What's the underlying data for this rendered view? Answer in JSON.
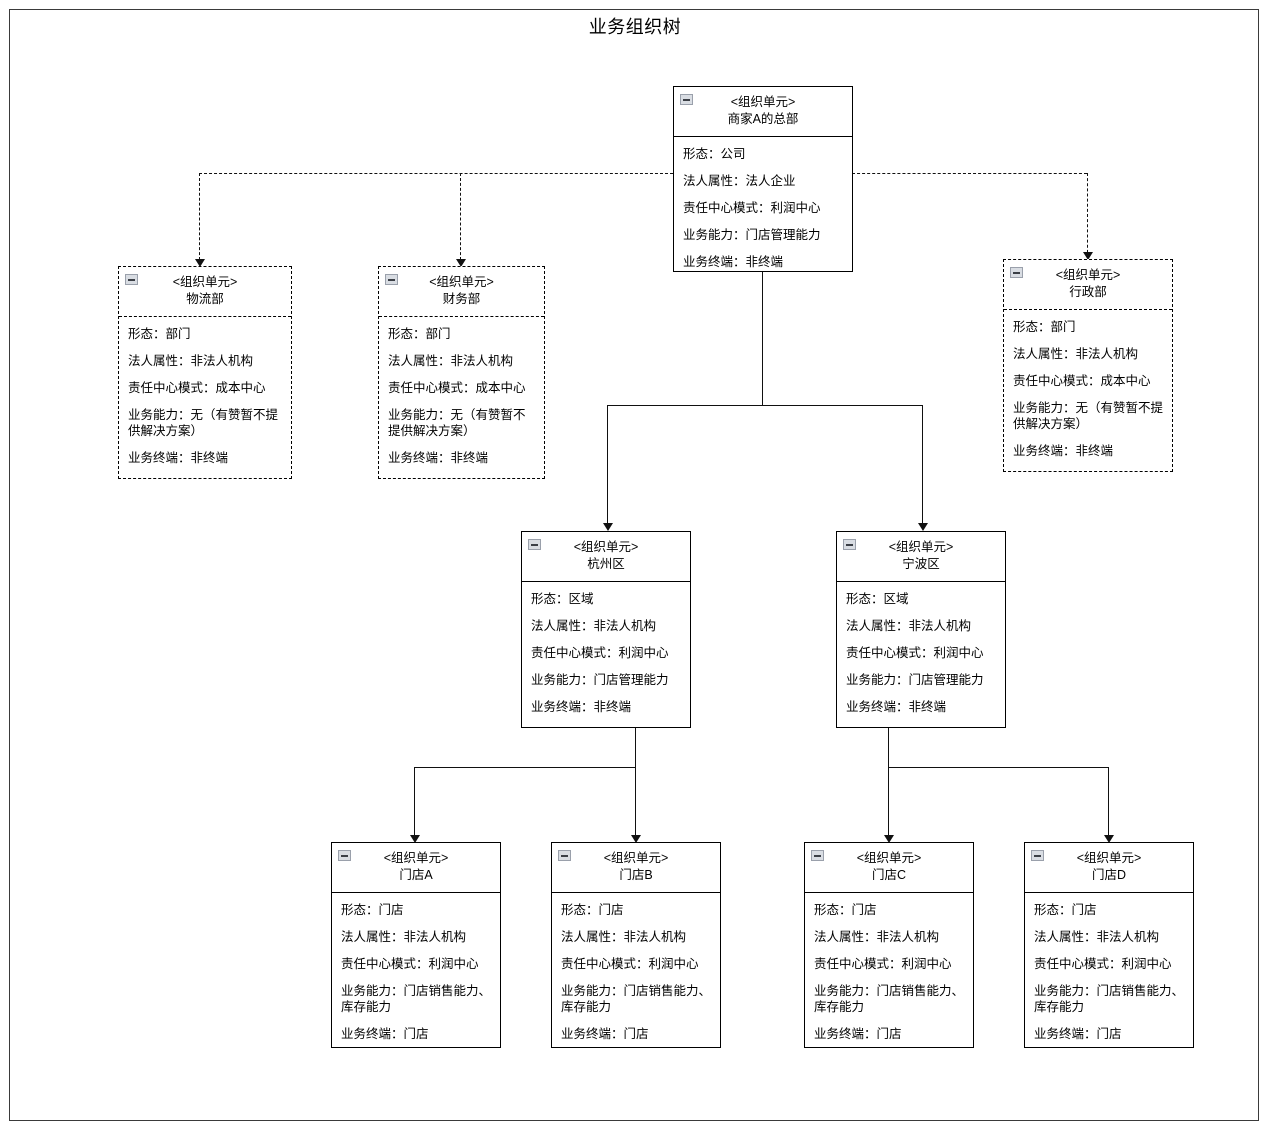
{
  "diagram": {
    "title": "业务组织树",
    "stereotype": "<组织单元>",
    "icon": "collapse-minus-icon"
  },
  "attribute_labels": {
    "form": "形态",
    "legal": "法人属性",
    "responsibility": "责任中心模式",
    "capability": "业务能力",
    "terminal": "业务终端"
  },
  "nodes": {
    "root": {
      "name": "商家A的总部",
      "stereotype": "<组织单元>",
      "border": "solid",
      "attrs": {
        "form": "形态：公司",
        "legal": "法人属性：法人企业",
        "responsibility": "责任中心模式：利润中心",
        "capability": "业务能力：门店管理能力",
        "terminal": "业务终端：非终端"
      }
    },
    "logistics": {
      "name": "物流部",
      "stereotype": "<组织单元>",
      "border": "dashed",
      "attrs": {
        "form": "形态：部门",
        "legal": "法人属性：非法人机构",
        "responsibility": "责任中心模式：成本中心",
        "capability": "业务能力：无（有赞暂不提供解决方案）",
        "terminal": "业务终端：非终端"
      }
    },
    "finance": {
      "name": "财务部",
      "stereotype": "<组织单元>",
      "border": "dashed",
      "attrs": {
        "form": "形态：部门",
        "legal": "法人属性：非法人机构",
        "responsibility": "责任中心模式：成本中心",
        "capability": "业务能力：无（有赞暂不提供解决方案）",
        "terminal": "业务终端：非终端"
      }
    },
    "admin": {
      "name": "行政部",
      "stereotype": "<组织单元>",
      "border": "dashed",
      "attrs": {
        "form": "形态：部门",
        "legal": "法人属性：非法人机构",
        "responsibility": "责任中心模式：成本中心",
        "capability": "业务能力：无（有赞暂不提供解决方案）",
        "terminal": "业务终端：非终端"
      }
    },
    "hangzhou": {
      "name": "杭州区",
      "stereotype": "<组织单元>",
      "border": "solid",
      "attrs": {
        "form": "形态：区域",
        "legal": "法人属性：非法人机构",
        "responsibility": "责任中心模式：利润中心",
        "capability": "业务能力：门店管理能力",
        "terminal": "业务终端：非终端"
      }
    },
    "ningbo": {
      "name": "宁波区",
      "stereotype": "<组织单元>",
      "border": "solid",
      "attrs": {
        "form": "形态：区域",
        "legal": "法人属性：非法人机构",
        "responsibility": "责任中心模式：利润中心",
        "capability": "业务能力：门店管理能力",
        "terminal": "业务终端：非终端"
      }
    },
    "store_a": {
      "name": "门店A",
      "stereotype": "<组织单元>",
      "border": "solid",
      "attrs": {
        "form": "形态：门店",
        "legal": "法人属性：非法人机构",
        "responsibility": "责任中心模式：利润中心",
        "capability": "业务能力：门店销售能力、库存能力",
        "terminal": "业务终端：门店"
      }
    },
    "store_b": {
      "name": "门店B",
      "stereotype": "<组织单元>",
      "border": "solid",
      "attrs": {
        "form": "形态：门店",
        "legal": "法人属性：非法人机构",
        "responsibility": "责任中心模式：利润中心",
        "capability": "业务能力：门店销售能力、库存能力",
        "terminal": "业务终端：门店"
      }
    },
    "store_c": {
      "name": "门店C",
      "stereotype": "<组织单元>",
      "border": "solid",
      "attrs": {
        "form": "形态：门店",
        "legal": "法人属性：非法人机构",
        "responsibility": "责任中心模式：利润中心",
        "capability": "业务能力：门店销售能力、库存能力",
        "terminal": "业务终端：门店"
      }
    },
    "store_d": {
      "name": "门店D",
      "stereotype": "<组织单元>",
      "border": "solid",
      "attrs": {
        "form": "形态：门店",
        "legal": "法人属性：非法人机构",
        "responsibility": "责任中心模式：利润中心",
        "capability": "业务能力：门店销售能力、库存能力",
        "terminal": "业务终端：门店"
      }
    }
  },
  "edges": [
    {
      "from": "root",
      "to": "logistics",
      "style": "dashed"
    },
    {
      "from": "root",
      "to": "finance",
      "style": "dashed"
    },
    {
      "from": "root",
      "to": "admin",
      "style": "dashed"
    },
    {
      "from": "root",
      "to": "hangzhou",
      "style": "solid"
    },
    {
      "from": "root",
      "to": "ningbo",
      "style": "solid"
    },
    {
      "from": "hangzhou",
      "to": "store_a",
      "style": "solid"
    },
    {
      "from": "hangzhou",
      "to": "store_b",
      "style": "solid"
    },
    {
      "from": "ningbo",
      "to": "store_c",
      "style": "solid"
    },
    {
      "from": "ningbo",
      "to": "store_d",
      "style": "solid"
    }
  ],
  "colors": {
    "line": "#111111",
    "border": "#000000",
    "page_border": "#3a3a3a",
    "icon_fill": "#d9dde3",
    "background": "#ffffff"
  }
}
